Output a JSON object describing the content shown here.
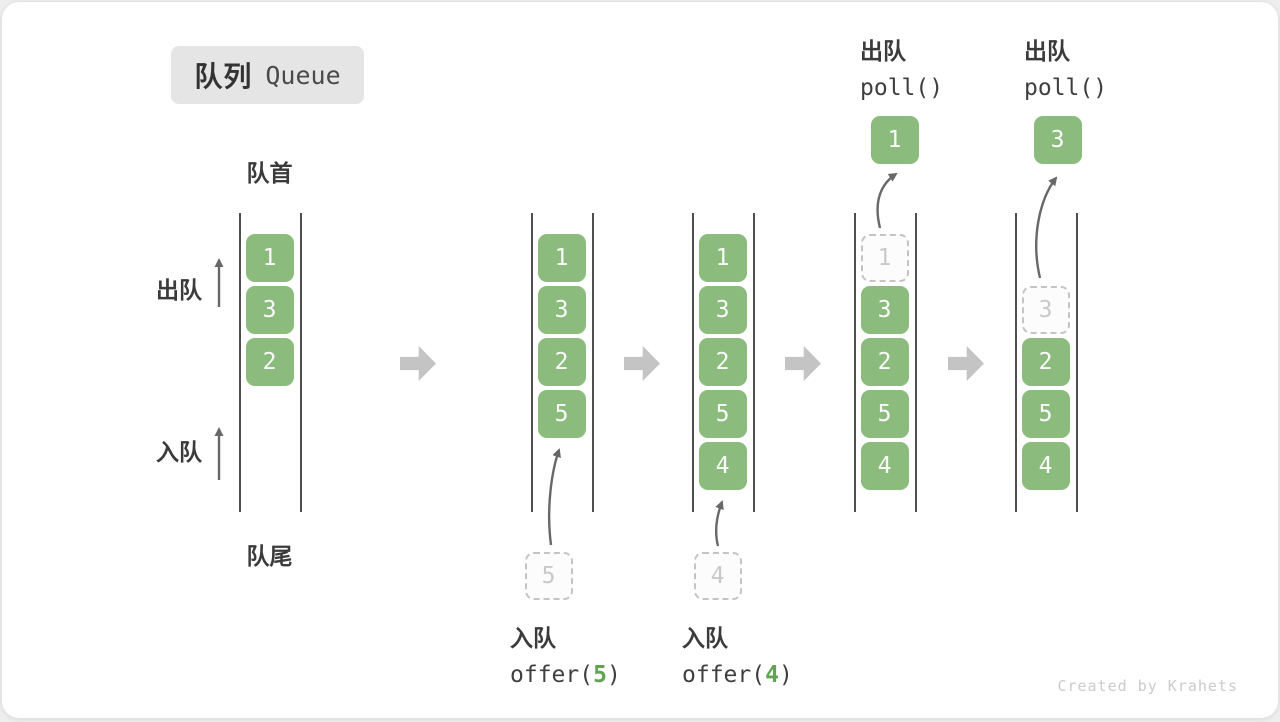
{
  "title": {
    "zh": "队列",
    "en": "Queue"
  },
  "labels": {
    "front": "队首",
    "rear": "队尾",
    "dequeue": "出队",
    "enqueue": "入队"
  },
  "watermark": "Created by Krahets",
  "colors": {
    "item_green": "#8bbb7d",
    "item_text": "#fbfbfb",
    "arg_green": "#60a351",
    "block_arrow": "#c4c4c4",
    "thin_arrow": "#686868",
    "line": "#4f4f4f",
    "dashed_border": "#c4c4c4",
    "dashed_text": "#c9c9c9",
    "text_dark": "#3b3b3b",
    "title_bg": "#e5e5e5",
    "watermark": "#cbcbcb"
  },
  "states": [
    {
      "name": "initial",
      "items": [
        {
          "v": "1",
          "slot": 0,
          "dashed": false
        },
        {
          "v": "3",
          "slot": 1,
          "dashed": false
        },
        {
          "v": "2",
          "slot": 2,
          "dashed": false
        }
      ]
    },
    {
      "name": "after-offer-5",
      "items": [
        {
          "v": "1",
          "slot": 0,
          "dashed": false
        },
        {
          "v": "3",
          "slot": 1,
          "dashed": false
        },
        {
          "v": "2",
          "slot": 2,
          "dashed": false
        },
        {
          "v": "5",
          "slot": 3,
          "dashed": false
        }
      ],
      "incoming": "5",
      "op": {
        "label": "入队",
        "code_pre": "offer(",
        "arg": "5",
        "code_post": ")"
      }
    },
    {
      "name": "after-offer-4",
      "items": [
        {
          "v": "1",
          "slot": 0,
          "dashed": false
        },
        {
          "v": "3",
          "slot": 1,
          "dashed": false
        },
        {
          "v": "2",
          "slot": 2,
          "dashed": false
        },
        {
          "v": "5",
          "slot": 3,
          "dashed": false
        },
        {
          "v": "4",
          "slot": 4,
          "dashed": false
        }
      ],
      "incoming": "4",
      "op": {
        "label": "入队",
        "code_pre": "offer(",
        "arg": "4",
        "code_post": ")"
      }
    },
    {
      "name": "after-poll-1",
      "items": [
        {
          "v": "1",
          "slot": 0,
          "dashed": true
        },
        {
          "v": "3",
          "slot": 1,
          "dashed": false
        },
        {
          "v": "2",
          "slot": 2,
          "dashed": false
        },
        {
          "v": "5",
          "slot": 3,
          "dashed": false
        },
        {
          "v": "4",
          "slot": 4,
          "dashed": false
        }
      ],
      "outgoing": "1",
      "op_top": {
        "label": "出队",
        "code": "poll()"
      }
    },
    {
      "name": "after-poll-3",
      "items": [
        {
          "v": "3",
          "slot": 1,
          "dashed": true
        },
        {
          "v": "2",
          "slot": 2,
          "dashed": false
        },
        {
          "v": "5",
          "slot": 3,
          "dashed": false
        },
        {
          "v": "4",
          "slot": 4,
          "dashed": false
        }
      ],
      "outgoing": "3",
      "op_top": {
        "label": "出队",
        "code": "poll()"
      }
    }
  ]
}
